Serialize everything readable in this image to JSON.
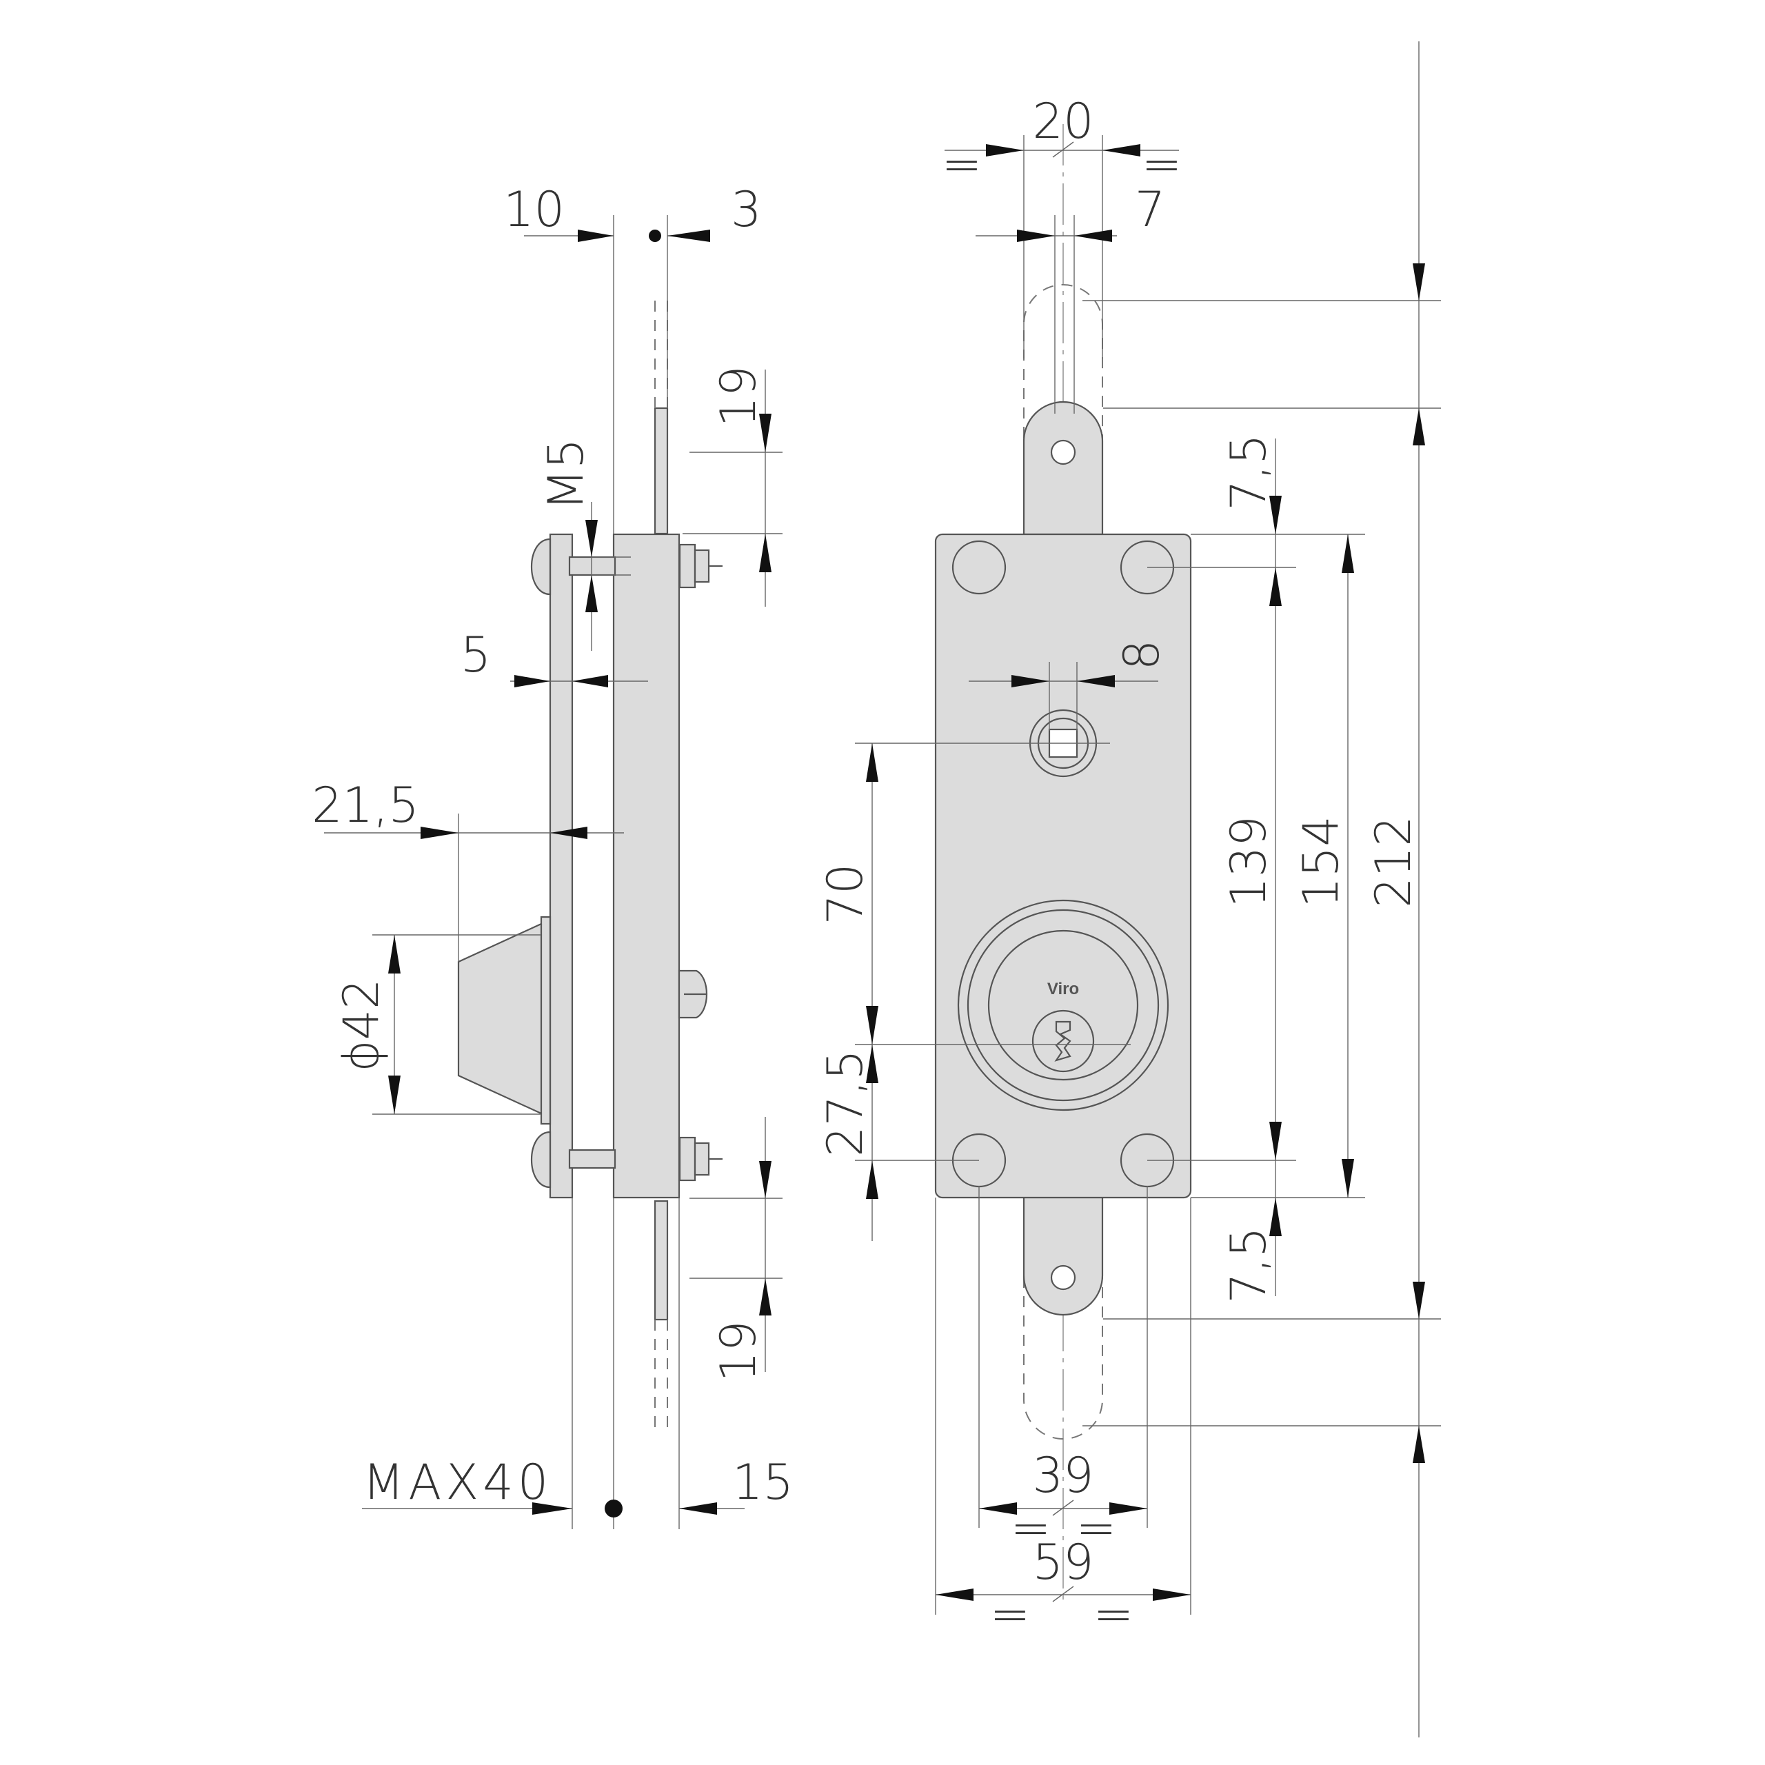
{
  "brand_label": "Viro",
  "side_view": {
    "dim_10": "10",
    "dim_3": "3",
    "dim_19_top": "19",
    "dim_m5": "M5",
    "dim_5": "5",
    "dim_21_5": "21,5",
    "dim_dia_42": "ϕ42",
    "dim_19_bottom": "19",
    "dim_max40": "MAX40",
    "dim_15": "15"
  },
  "front_view": {
    "dim_20": "20",
    "dim_7": "7",
    "dim_7_5_top": "7,5",
    "dim_8": "8",
    "dim_70": "70",
    "dim_139": "139",
    "dim_154": "154",
    "dim_212": "212",
    "dim_27_5": "27,5",
    "dim_7_5_bottom": "7,5",
    "dim_39": "39",
    "dim_59": "59",
    "equal_mark": "="
  }
}
